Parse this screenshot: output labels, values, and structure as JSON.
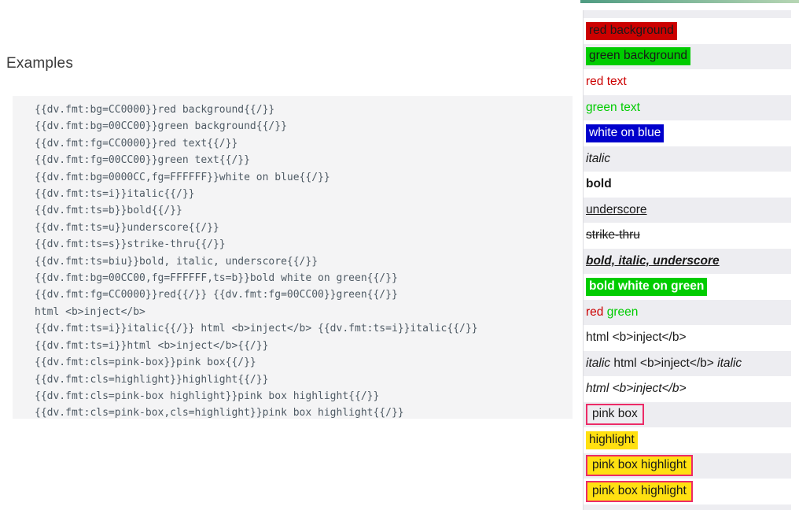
{
  "page": {
    "heading": "Examples"
  },
  "code": {
    "lines": [
      "{{dv.fmt:bg=CC0000}}red background{{/}}",
      "{{dv.fmt:bg=00CC00}}green background{{/}}",
      "{{dv.fmt:fg=CC0000}}red text{{/}}",
      "{{dv.fmt:fg=00CC00}}green text{{/}}",
      "{{dv.fmt:bg=0000CC,fg=FFFFFF}}white on blue{{/}}",
      "{{dv.fmt:ts=i}}italic{{/}}",
      "{{dv.fmt:ts=b}}bold{{/}}",
      "{{dv.fmt:ts=u}}underscore{{/}}",
      "{{dv.fmt:ts=s}}strike-thru{{/}}",
      "{{dv.fmt:ts=biu}}bold, italic, underscore{{/}}",
      "{{dv.fmt:bg=00CC00,fg=FFFFFF,ts=b}}bold white on green{{/}}",
      "{{dv.fmt:fg=CC0000}}red{{/}} {{dv.fmt:fg=00CC00}}green{{/}}",
      "html <b>inject</b>",
      "{{dv.fmt:ts=i}}italic{{/}} html <b>inject</b> {{dv.fmt:ts=i}}italic{{/}}",
      "{{dv.fmt:ts=i}}html <b>inject</b>{{/}}",
      "{{dv.fmt:cls=pink-box}}pink box{{/}}",
      "{{dv.fmt:cls=highlight}}highlight{{/}}",
      "{{dv.fmt:cls=pink-box highlight}}pink box highlight{{/}}",
      "{{dv.fmt:cls=pink-box,cls=highlight}}pink box highlight{{/}}"
    ]
  },
  "results": {
    "accent_border_left_color": "#4f9c82",
    "accent_border_right_color": "#b7d6b4",
    "stripe_color": "#ededf1",
    "pink_box_border_color": "#ec2b67",
    "highlight_color": "#ffe011",
    "rows": [
      {
        "name": "red-background",
        "segments": [
          {
            "text": "red background",
            "bg": "#CC0000"
          }
        ]
      },
      {
        "name": "green-background",
        "segments": [
          {
            "text": "green background",
            "bg": "#00CC00"
          }
        ]
      },
      {
        "name": "red-text",
        "segments": [
          {
            "text": "red text",
            "fg": "#CC0000"
          }
        ]
      },
      {
        "name": "green-text",
        "segments": [
          {
            "text": "green text",
            "fg": "#00CC00"
          }
        ]
      },
      {
        "name": "white-on-blue",
        "segments": [
          {
            "text": "white on blue",
            "bg": "#0000CC",
            "fg": "#FFFFFF"
          }
        ]
      },
      {
        "name": "italic",
        "segments": [
          {
            "text": "italic",
            "italic": true
          }
        ]
      },
      {
        "name": "bold",
        "segments": [
          {
            "text": "bold",
            "bold": true
          }
        ]
      },
      {
        "name": "underscore",
        "segments": [
          {
            "text": "underscore",
            "underline": true
          }
        ]
      },
      {
        "name": "strike-thru",
        "segments": [
          {
            "text": "strike-thru",
            "strike": true
          }
        ]
      },
      {
        "name": "bold-italic-underscore",
        "segments": [
          {
            "text": "bold, italic, underscore",
            "bold": true,
            "italic": true,
            "underline": true
          }
        ]
      },
      {
        "name": "bold-white-on-green",
        "segments": [
          {
            "text": "bold white on green",
            "bg": "#00CC00",
            "fg": "#FFFFFF",
            "bold": true
          }
        ]
      },
      {
        "name": "red-green",
        "segments": [
          {
            "text": "red",
            "fg": "#CC0000"
          },
          {
            "text": " "
          },
          {
            "text": "green",
            "fg": "#00CC00"
          }
        ]
      },
      {
        "name": "html-inject",
        "segments": [
          {
            "text": "html <b>inject</b>"
          }
        ]
      },
      {
        "name": "italic-html-inject-italic",
        "segments": [
          {
            "text": "italic",
            "italic": true
          },
          {
            "text": " html <b>inject</b> "
          },
          {
            "text": "italic",
            "italic": true
          }
        ]
      },
      {
        "name": "italic-html-inject",
        "segments": [
          {
            "text": "html <b>inject</b>",
            "italic": true
          }
        ]
      },
      {
        "name": "pink-box",
        "segments": [
          {
            "text": "pink box",
            "pink_box": true
          }
        ]
      },
      {
        "name": "highlight",
        "segments": [
          {
            "text": "highlight",
            "highlight": true
          }
        ]
      },
      {
        "name": "pink-box-highlight",
        "segments": [
          {
            "text": "pink box highlight",
            "pink_box": true,
            "highlight": true
          }
        ]
      },
      {
        "name": "pink-box-highlight-2",
        "segments": [
          {
            "text": "pink box highlight",
            "pink_box": true,
            "highlight": true
          }
        ]
      }
    ]
  }
}
